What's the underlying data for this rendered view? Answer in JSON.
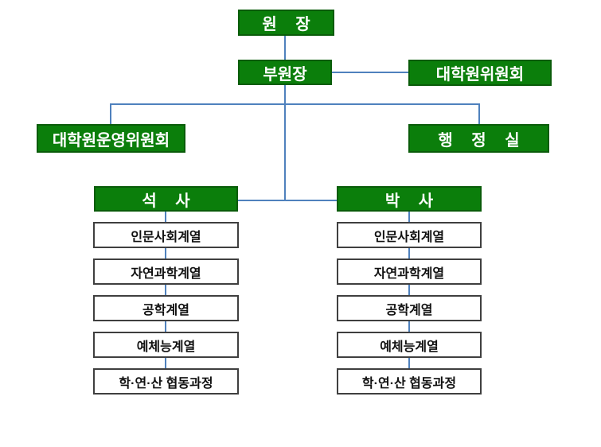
{
  "diagram": {
    "title_context": "graduate-school-organization-chart",
    "colors": {
      "node_fill_green": "#0b7e0b",
      "node_border_green": "#0a5c0a",
      "node_text_green": "#ffffff",
      "white_box_border": "#3f3f3f",
      "white_box_text": "#111111",
      "connector_line": "#4f81bd",
      "background": "#ffffff"
    },
    "nodes": {
      "director": "원 장",
      "vice_director": "부원장",
      "grad_committee": "대학원위원회",
      "steering_committee": "대학원운영위원회",
      "admin_office": "행 정 실",
      "masters": "석 사",
      "doctoral": "박 사"
    },
    "masters_children": [
      "인문사회계열",
      "자연과학계열",
      "공학계열",
      "예체능계열",
      "학·연·산 협동과정"
    ],
    "doctoral_children": [
      "인문사회계열",
      "자연과학계열",
      "공학계열",
      "예체능계열",
      "학·연·산 협동과정"
    ]
  }
}
